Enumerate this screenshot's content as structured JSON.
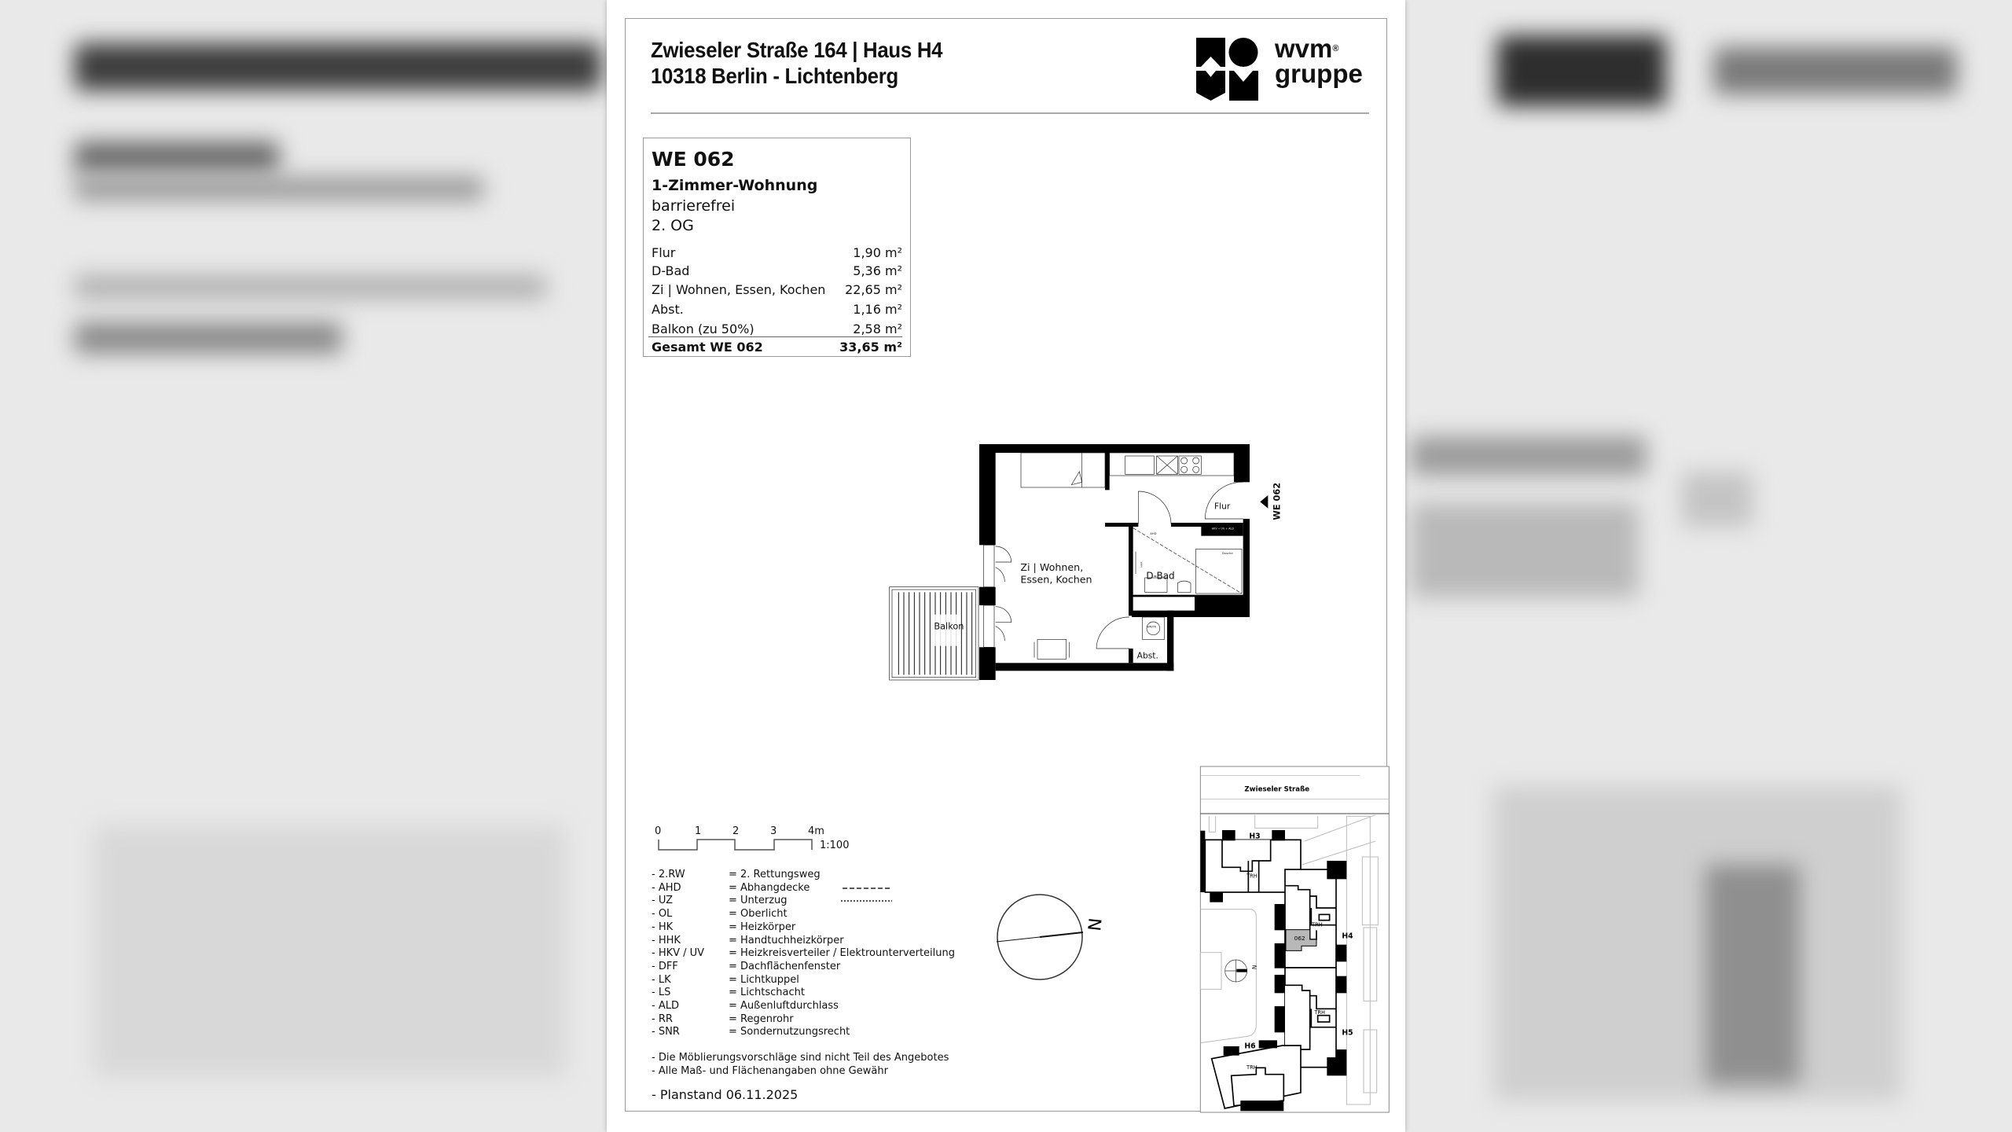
{
  "header": {
    "address_line1": "Zwieseler Straße 164   | Haus H4",
    "address_line2": "10318 Berlin - Lichtenberg",
    "logo_text_top": "wvm",
    "logo_registered": "®",
    "logo_text_bottom": "gruppe"
  },
  "unit": {
    "id": "WE 062",
    "type": "1-Zimmer-Wohnung",
    "accessibility": "barrierefrei",
    "floor": "2. OG",
    "rooms": [
      {
        "name": "Flur",
        "area": "1,90 m²"
      },
      {
        "name": "D-Bad",
        "area": "5,36 m²"
      },
      {
        "name": "Zi | Wohnen, Essen, Kochen",
        "area": "22,65 m²"
      },
      {
        "name": "Abst.",
        "area": "1,16 m²"
      },
      {
        "name": "Balkon  (zu 50%)",
        "area": "2,58 m²"
      }
    ],
    "total_label": "Gesamt WE 062",
    "total_area": "33,65 m²"
  },
  "floorplan": {
    "room_living_line1": "Zi | Wohnen,",
    "room_living_line2": "Essen, Kochen",
    "room_bath": "D-Bad",
    "room_hall": "Flur",
    "room_storage": "Abst.",
    "room_balcony": "Balkon",
    "entrance_label": "WE 062",
    "small_ahd": "AHD",
    "small_dusche": "Dusche",
    "small_hhk": "HHK",
    "small_hkv": "HKV + UV + ALD",
    "small_wmtr": "WM/TR"
  },
  "scale": {
    "ticks": [
      "0",
      "1",
      "2",
      "3",
      "4m"
    ],
    "ratio": "1:100"
  },
  "legend": [
    {
      "abbr": "- 2.RW",
      "desc": "= 2. Rettungsweg"
    },
    {
      "abbr": "- AHD",
      "desc": "= Abhangdecke"
    },
    {
      "abbr": "- UZ",
      "desc": "= Unterzug"
    },
    {
      "abbr": "- OL",
      "desc": "= Oberlicht"
    },
    {
      "abbr": "- HK",
      "desc": "= Heizkörper"
    },
    {
      "abbr": "- HHK",
      "desc": "= Handtuchheizkörper"
    },
    {
      "abbr": "- HKV / UV",
      "desc": "= Heizkreisverteiler / Elektrounterverteilung"
    },
    {
      "abbr": "- DFF",
      "desc": "= Dachflächenfenster"
    },
    {
      "abbr": "- LK",
      "desc": "= Lichtkuppel"
    },
    {
      "abbr": "- LS",
      "desc": "= Lichtschacht"
    },
    {
      "abbr": "- ALD",
      "desc": "= Außenluftdurchlass"
    },
    {
      "abbr": "- RR",
      "desc": "= Regenrohr"
    },
    {
      "abbr": "- SNR",
      "desc": "= Sondernutzungsrecht"
    }
  ],
  "notes": [
    "- Die Möblierungsvorschläge sind nicht Teil des Angebotes",
    "- Alle Maß- und Flächenangaben ohne Gewähr"
  ],
  "planstand": "- Planstand 06.11.2025",
  "compass": {
    "label": "N"
  },
  "siteplan": {
    "street": "Zwieseler Straße",
    "houses": [
      "H3",
      "H4",
      "H5",
      "H6"
    ],
    "stair_label": "TRH",
    "highlight_unit": "062",
    "highlight_color": "#b8b8b8"
  }
}
